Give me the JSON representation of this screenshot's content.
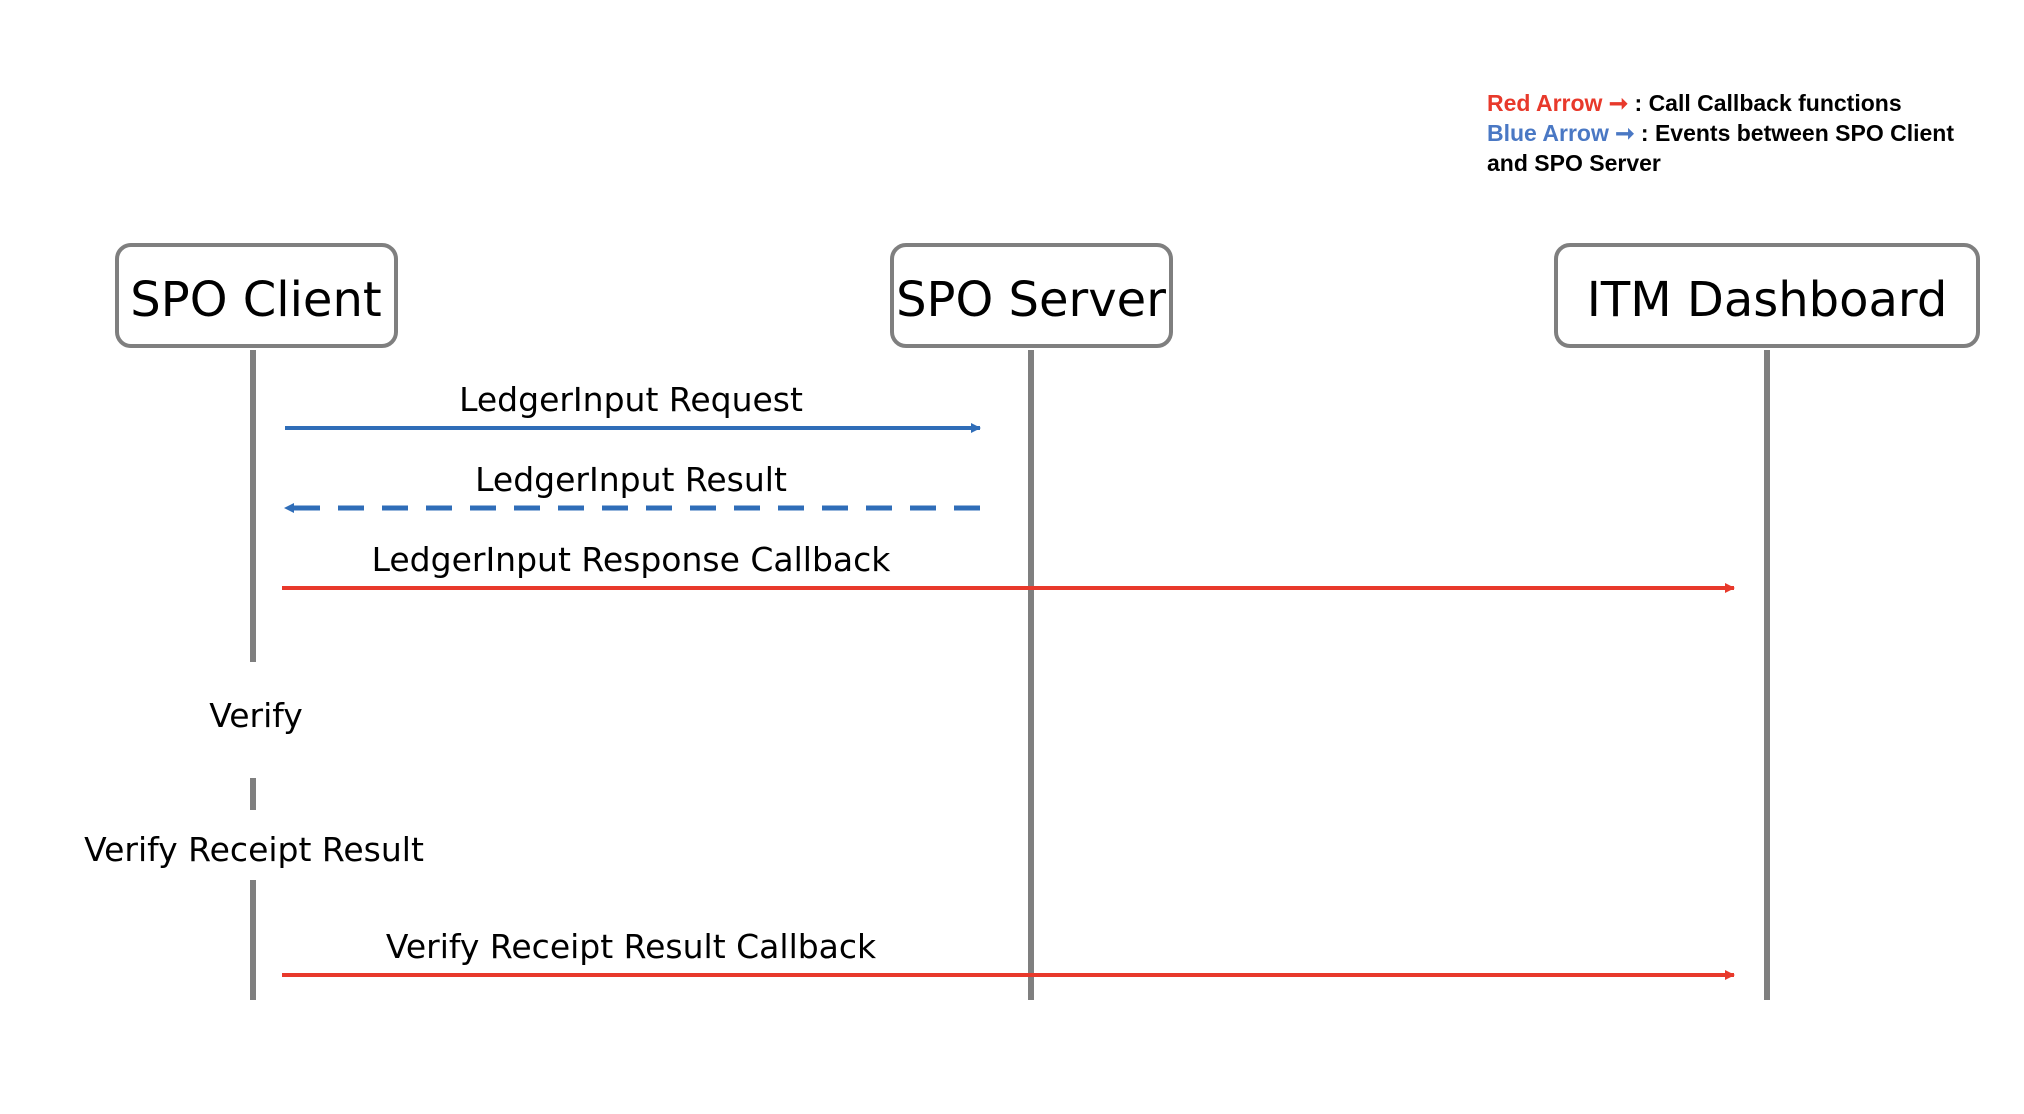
{
  "legend": {
    "red_label": "Red Arrow",
    "red_desc": ": Call Callback functions",
    "blue_label": "Blue Arrow",
    "blue_desc": ": Events between SPO Client",
    "blue_desc_cont": "and SPO Server"
  },
  "participants": [
    {
      "id": "client",
      "label": "SPO Client"
    },
    {
      "id": "server",
      "label": "SPO Server"
    },
    {
      "id": "dashboard",
      "label": "ITM Dashboard"
    }
  ],
  "messages": [
    {
      "label": "LedgerInput Request",
      "from": "client",
      "to": "server",
      "color": "blue",
      "style": "solid"
    },
    {
      "label": "LedgerInput Result",
      "from": "server",
      "to": "client",
      "color": "blue",
      "style": "dashed"
    },
    {
      "label": "LedgerInput Response Callback",
      "from": "client",
      "to": "dashboard",
      "color": "red",
      "style": "solid"
    },
    {
      "label": "Verify Receipt Result Callback",
      "from": "client",
      "to": "dashboard",
      "color": "red",
      "style": "solid"
    }
  ],
  "notes": [
    {
      "label": "Verify",
      "on": "client"
    },
    {
      "label": "Verify Receipt Result",
      "on": "client"
    }
  ],
  "colors": {
    "red": "#e8392b",
    "blue": "#2f6db8",
    "blue_legend": "#4a78c4",
    "lifeline": "#7f7f7f"
  }
}
